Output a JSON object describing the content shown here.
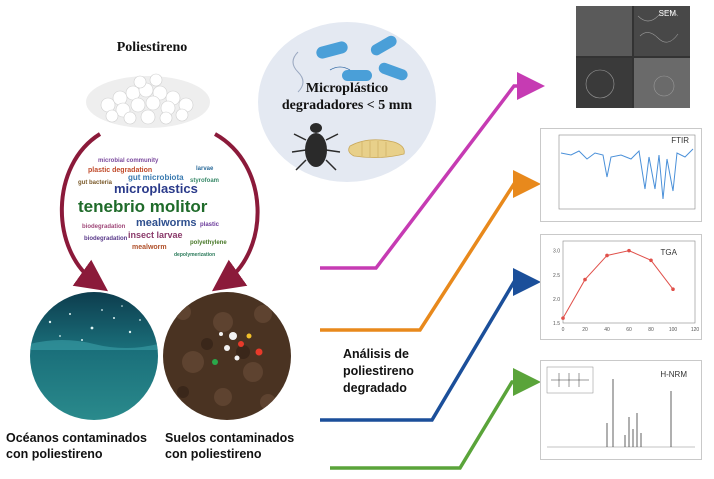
{
  "polystyrene": {
    "title": "Poliestireno"
  },
  "wordcloud": {
    "words": [
      "tenebrio molitor",
      "microplastics",
      "mealworms",
      "gut microbiota",
      "insect larvae",
      "mealworm",
      "polyethylene",
      "plastic",
      "biodegradation"
    ]
  },
  "microorganisms": {
    "label_line1": "Microplástico",
    "label_line2": "degradadores < 5 mm"
  },
  "sources": {
    "ocean_line1": "Océanos contaminados",
    "ocean_line2": "con poliestireno",
    "soil_line1": "Suelos contaminados",
    "soil_line2": "con poliestireno"
  },
  "analysis": {
    "line1": "Análisis de",
    "line2": "poliestireno",
    "line3": "degradado"
  },
  "panels": {
    "sem": {
      "label": "SEM"
    },
    "ftir": {
      "label": "FTIR"
    },
    "tga": {
      "label": "TGA",
      "y_ticks": [
        "3.0",
        "2.5",
        "2.0",
        "1.5"
      ],
      "x_ticks": [
        "0",
        "20",
        "40",
        "60",
        "80",
        "100",
        "120"
      ]
    },
    "hnrm": {
      "label": "H-NRM"
    }
  },
  "colors": {
    "arrow_sem": "#c63bb3",
    "arrow_ftir": "#e8891c",
    "arrow_tga": "#1b4f9a",
    "arrow_hnrm": "#5aa43a",
    "cycle_arrow": "#8b1a3a"
  },
  "chart_data": {
    "type": "line",
    "title": "TGA",
    "x": [
      0,
      20,
      40,
      60,
      80,
      100
    ],
    "y": [
      1.6,
      2.4,
      2.9,
      3.0,
      2.8,
      2.2
    ],
    "ylim": [
      1.5,
      3.2
    ],
    "xlim": [
      0,
      120
    ]
  }
}
